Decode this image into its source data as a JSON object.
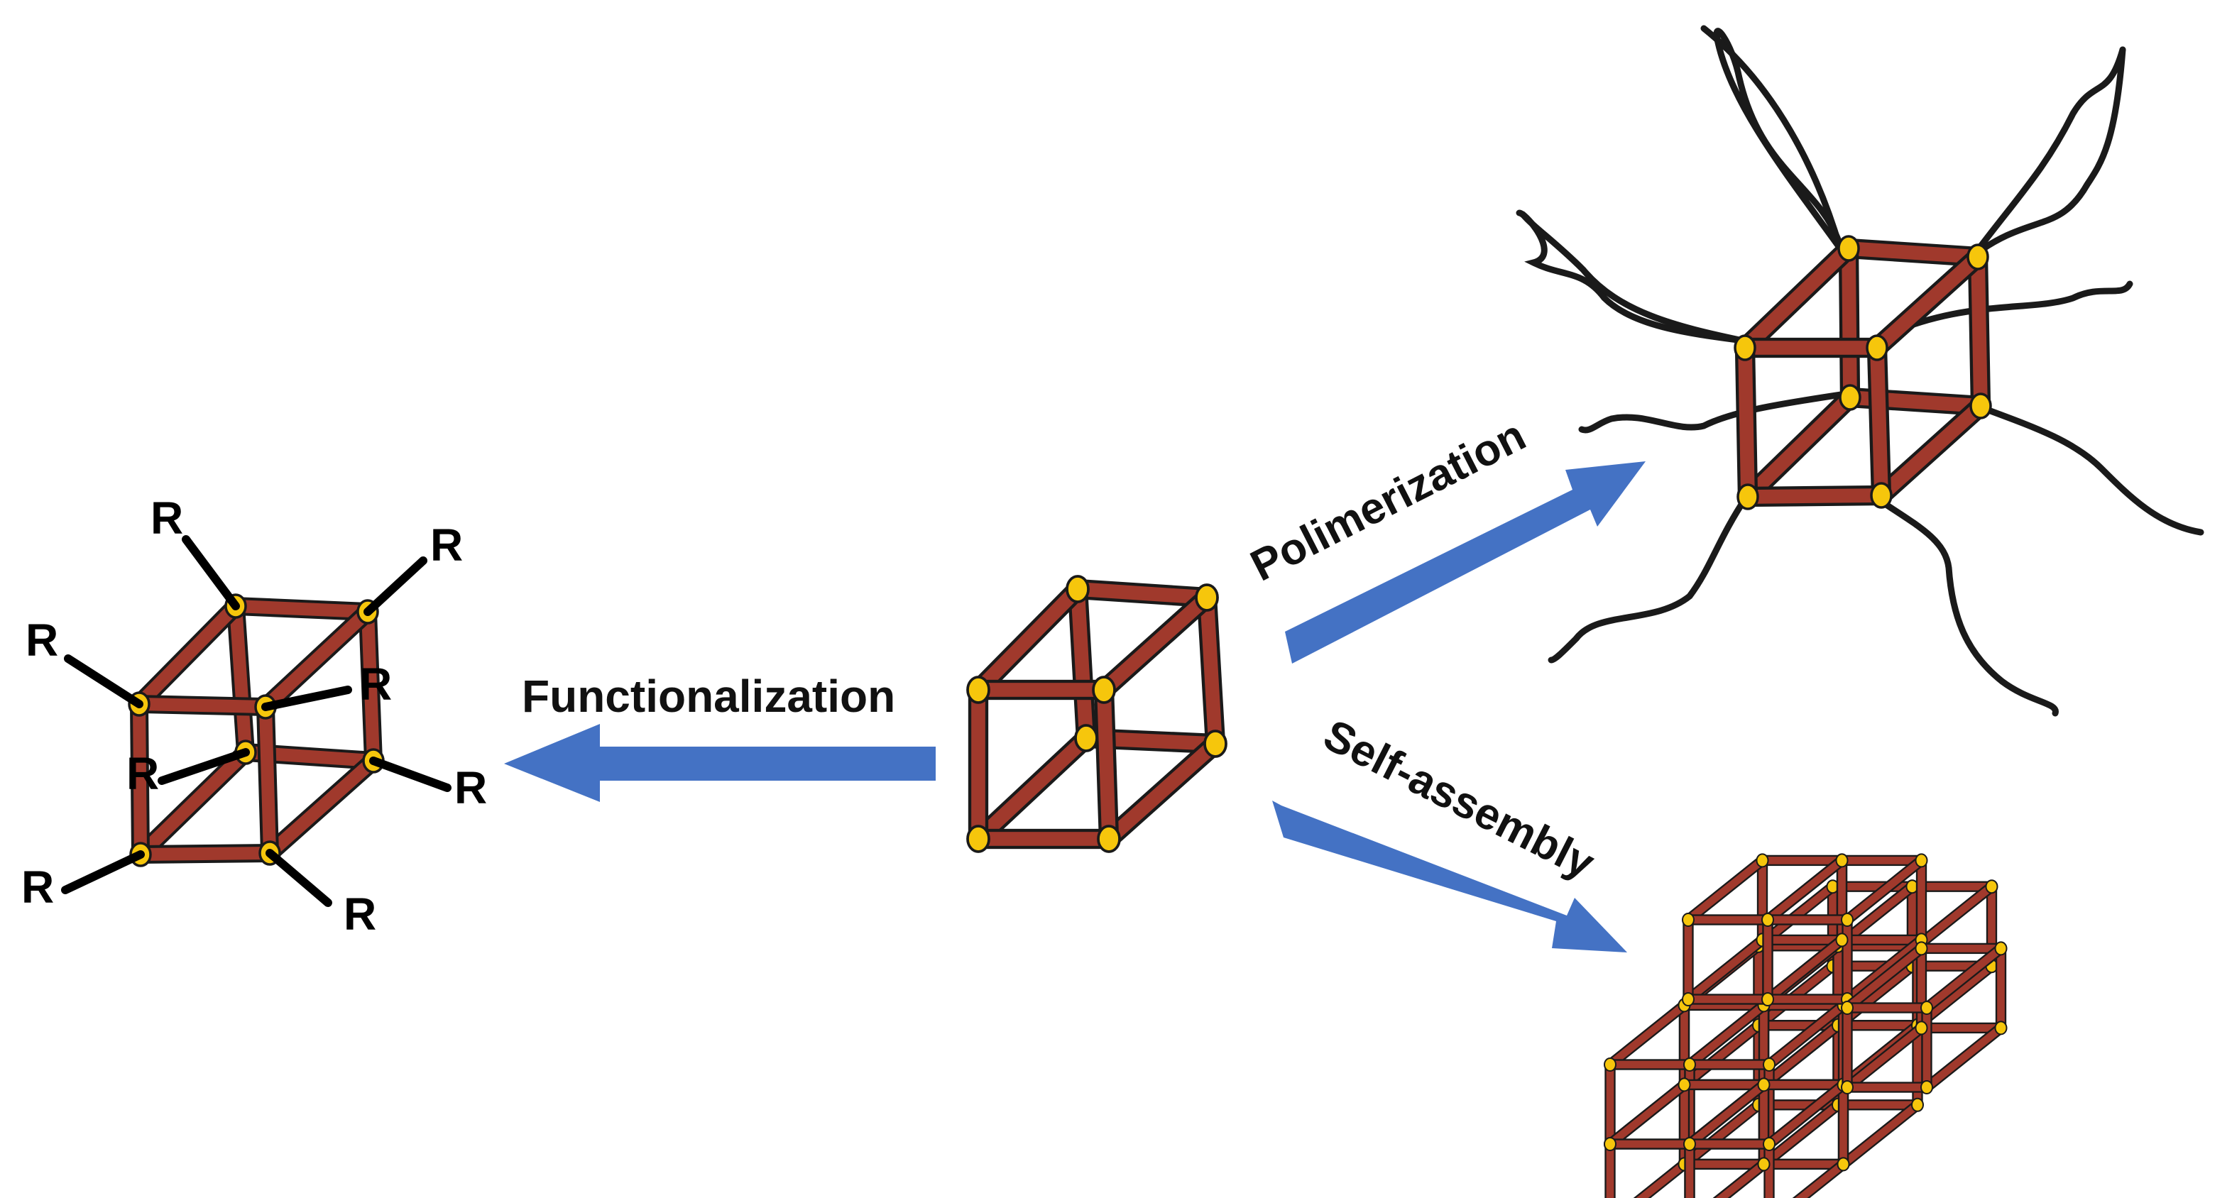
{
  "labels": {
    "functionalization": "Functionalization",
    "polimerization": "Polimerization",
    "self_assembly": "Self-assembly",
    "r_group": "R"
  },
  "colors": {
    "bar_fill": "#a0392c",
    "bar_stroke": "#1a1a1a",
    "node_fill": "#f6c60c",
    "node_stroke": "#1a1a1a",
    "arrow": "#4472c4",
    "chain": "#1a1a1a"
  },
  "icons": {
    "central": "cage-cube-icon",
    "functionalized": "functionalized-cube-icon",
    "polymer": "polymer-network-icon",
    "assembly": "self-assembled-lattice-icon"
  }
}
